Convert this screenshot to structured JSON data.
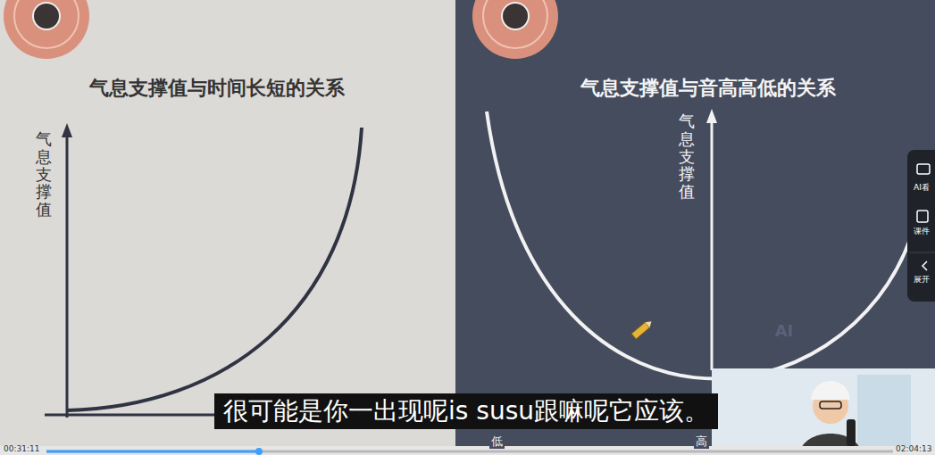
{
  "diagram": {
    "labels": [
      "气息支撑值与时间长短的关系",
      "气息支撑值",
      "气息支撑值与音高高低的关系",
      "气息支撑值",
      "低",
      "高",
      "AI",
      "很可能是你一出现呢is susu跟嘛呢它应该。",
      "00:31:11",
      "02:04:13",
      "AI看",
      "课件",
      "展开"
    ]
  }
}
